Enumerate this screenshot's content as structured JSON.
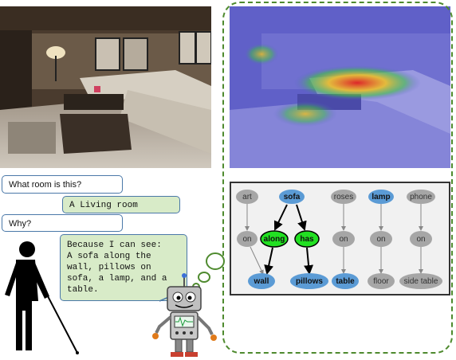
{
  "conversation": {
    "q1": "What room is this?",
    "a1": "A Living room",
    "q2": "Why?",
    "a2": "Because I can see:\nA sofa along the\nwall, pillows on\nsofa, a lamp, and a\ntable."
  },
  "scene_graph": {
    "nodes": {
      "art": "art",
      "sofa": "sofa",
      "roses": "roses",
      "lamp": "lamp",
      "phone": "phone",
      "on1": "on",
      "along": "along",
      "has": "has",
      "on2": "on",
      "on3": "on",
      "on4": "on",
      "wall": "wall",
      "pillows": "pillows",
      "table": "table",
      "floor": "floor",
      "side_table": "side table"
    }
  },
  "colors": {
    "node_gray": "#a6a6a6",
    "node_blue": "#5b9bd5",
    "node_green": "#22e022",
    "frame_green": "#4e8a2e",
    "bubble_green": "#d8ebc8",
    "bubble_border": "#4a78a8"
  }
}
